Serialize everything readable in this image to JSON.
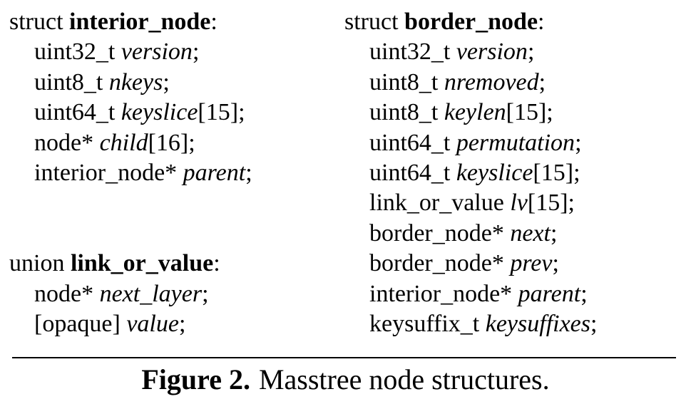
{
  "left_column": {
    "interior_node": {
      "keyword": "struct ",
      "name": "interior_node",
      "tail": ":",
      "fields": [
        {
          "type": "uint32_t ",
          "name": "version",
          "suffix": ";"
        },
        {
          "type": "uint8_t ",
          "name": "nkeys",
          "suffix": ";"
        },
        {
          "type": "uint64_t ",
          "name": "keyslice",
          "suffix": "[15];"
        },
        {
          "type": "node* ",
          "name": "child",
          "suffix": "[16];"
        },
        {
          "type": "interior_node* ",
          "name": "parent",
          "suffix": ";"
        }
      ]
    },
    "link_or_value": {
      "keyword": "union ",
      "name": "link_or_value",
      "tail": ":",
      "fields": [
        {
          "type": "node* ",
          "name": "next_layer",
          "suffix": ";"
        },
        {
          "type": "[opaque] ",
          "name": "value",
          "suffix": ";"
        }
      ]
    }
  },
  "right_column": {
    "border_node": {
      "keyword": "struct ",
      "name": "border_node",
      "tail": ":",
      "fields": [
        {
          "type": "uint32_t ",
          "name": "version",
          "suffix": ";"
        },
        {
          "type": "uint8_t ",
          "name": "nremoved",
          "suffix": ";"
        },
        {
          "type": "uint8_t ",
          "name": "keylen",
          "suffix": "[15];"
        },
        {
          "type": "uint64_t ",
          "name": "permutation",
          "suffix": ";"
        },
        {
          "type": "uint64_t ",
          "name": "keyslice",
          "suffix": "[15];"
        },
        {
          "type": "link_or_value ",
          "name": "lv",
          "suffix": "[15];"
        },
        {
          "type": "border_node* ",
          "name": "next",
          "suffix": ";"
        },
        {
          "type": "border_node* ",
          "name": "prev",
          "suffix": ";"
        },
        {
          "type": "interior_node* ",
          "name": "parent",
          "suffix": ";"
        },
        {
          "type": "keysuffix_t ",
          "name": "keysuffixes",
          "suffix": ";"
        }
      ]
    }
  },
  "caption": {
    "label": "Figure 2.",
    "text": "Masstree node structures."
  },
  "colors": {
    "text": "#000000",
    "background": "#ffffff",
    "rule": "#000000"
  }
}
